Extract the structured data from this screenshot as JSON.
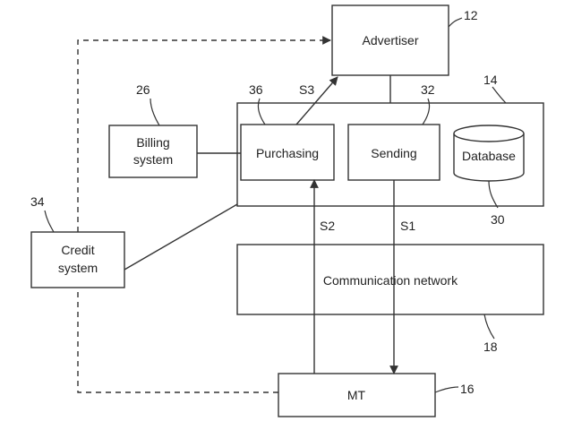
{
  "blocks": {
    "advertiser": "Advertiser",
    "billing_line1": "Billing",
    "billing_line2": "system",
    "purchasing": "Purchasing",
    "sending": "Sending",
    "database": "Database",
    "credit_line1": "Credit",
    "credit_line2": "system",
    "network": "Communication network",
    "mt": "MT"
  },
  "refs": {
    "advertiser": "12",
    "server": "14",
    "mt": "16",
    "network": "18",
    "billing": "26",
    "database": "30",
    "sending": "32",
    "credit": "34",
    "purchasing": "36"
  },
  "signals": {
    "s1": "S1",
    "s2": "S2",
    "s3": "S3"
  }
}
